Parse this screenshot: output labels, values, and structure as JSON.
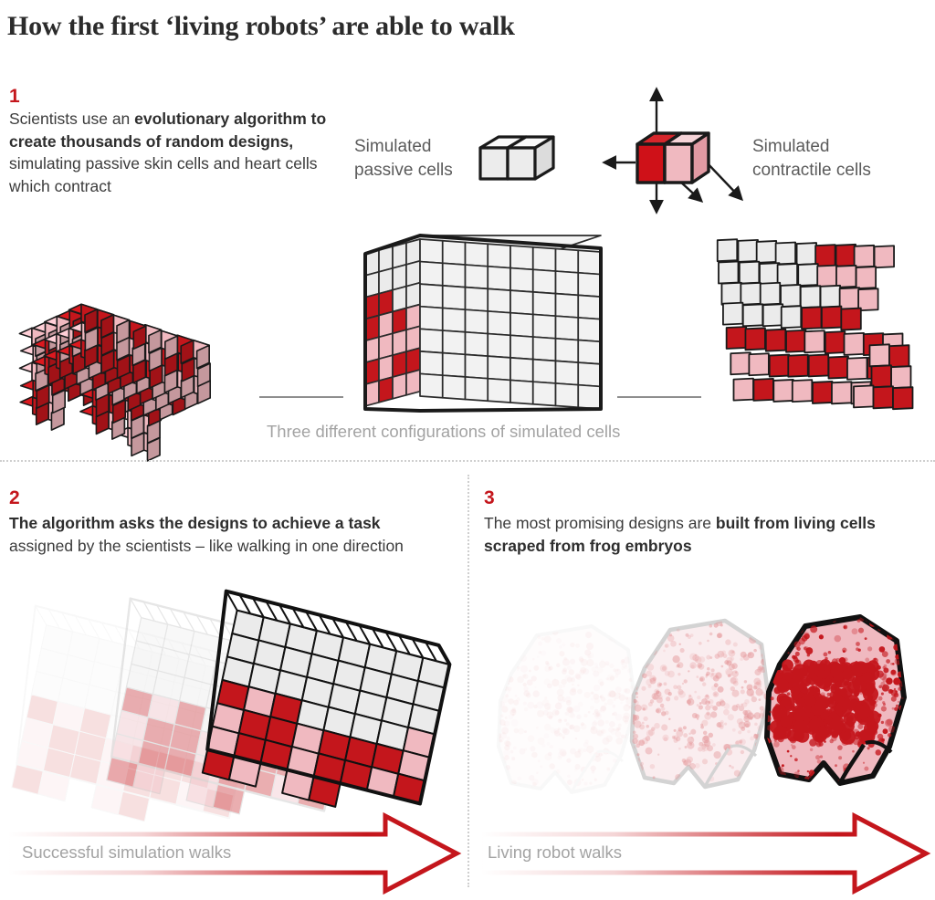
{
  "title": "How the first ‘living robots’ are able to walk",
  "colors": {
    "red": "#c4161c",
    "pink": "#f0b9c0",
    "cell_grey": "#ebebeb",
    "outline": "#1a1a1a",
    "caption_grey": "#a3a3a3",
    "divider": "#cfcfcf"
  },
  "steps": [
    {
      "number": "1",
      "text_parts": [
        {
          "t": "Scientists use an ",
          "bold": false
        },
        {
          "t": "evolutionary algorithm to create thousands of random designs,",
          "bold": true
        },
        {
          "t": " simulating passive skin cells and heart cells which contract",
          "bold": false
        }
      ]
    },
    {
      "number": "2",
      "text_parts": [
        {
          "t": "The algorithm asks the designs to achieve a task",
          "bold": true
        },
        {
          "t": " assigned by the scientists – like walking in one direction",
          "bold": false
        }
      ]
    },
    {
      "number": "3",
      "text_parts": [
        {
          "t": "The most promising designs are ",
          "bold": false
        },
        {
          "t": "built from living cells scraped from frog embryos",
          "bold": true
        }
      ]
    }
  ],
  "legend": {
    "passive": {
      "line1": "Simulated",
      "line2": "passive cells"
    },
    "contractile": {
      "line1": "Simulated",
      "line2": "contractile cells"
    }
  },
  "captions": {
    "configs": "Three different configurations of simulated cells",
    "sim_walk": "Successful simulation walks",
    "robot_walk": "Living robot walks"
  },
  "diagram_meta": {
    "passive_cell_count": 2,
    "contractile_cell_count": 2,
    "contractile_arrows": [
      "up",
      "down",
      "left",
      "diagonal-down-right-1",
      "diagonal-down-right-2"
    ],
    "configurations": 3,
    "walk_frames": 3,
    "robot_frames": 3
  }
}
